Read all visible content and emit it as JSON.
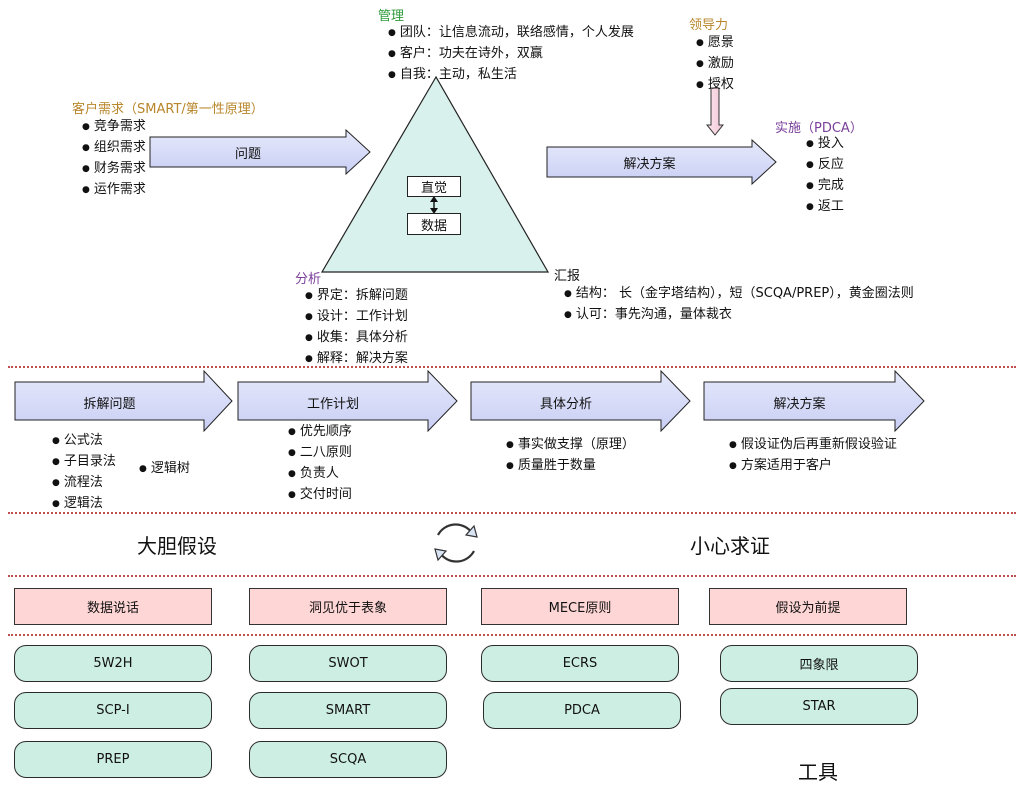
{
  "top": {
    "management": {
      "title": "管理",
      "items": [
        "团队：让信息流动，联络感情，个人发展",
        "客户：功夫在诗外，双赢",
        "自我：主动，私生活"
      ]
    },
    "leadership": {
      "title": "领导力",
      "items": [
        "愿景",
        "激励",
        "授权"
      ]
    },
    "customer_needs": {
      "title": "客户需求（SMART/第一性原理）",
      "items": [
        "竞争需求",
        "组织需求",
        "财务需求",
        "运作需求"
      ]
    },
    "problem_arrow": "问题",
    "solution_arrow": "解决方案",
    "implementation": {
      "title": "实施（PDCA）",
      "items": [
        "投入",
        "反应",
        "完成",
        "返工"
      ]
    },
    "triangle": {
      "intuition": "直觉",
      "data": "数据"
    },
    "analysis": {
      "title": "分析",
      "items": [
        "界定：拆解问题",
        "设计：工作计划",
        "收集：具体分析",
        "解释：解决方案"
      ]
    },
    "report": {
      "title": "汇报",
      "items": [
        "结构： 长（金字塔结构），短（SCQA/PREP），黄金圈法则",
        "认可：事先沟通，量体裁衣"
      ]
    }
  },
  "process": {
    "steps": [
      "拆解问题",
      "工作计划",
      "具体分析",
      "解决方案"
    ],
    "step1_items": [
      "公式法",
      "子目录法",
      "流程法",
      "逻辑法"
    ],
    "step1_extra": "逻辑树",
    "step2_items": [
      "优先顺序",
      "二八原则",
      "负责人",
      "交付时间"
    ],
    "step3_items": [
      "事实做支撑（原理）",
      "质量胜于数量"
    ],
    "step4_items": [
      "假设证伪后再重新假设验证",
      "方案适用于客户"
    ]
  },
  "hypothesis": {
    "left": "大胆假设",
    "right": "小心求证"
  },
  "principles": [
    "数据说话",
    "洞见优于表象",
    "MECE原则",
    "假设为前提"
  ],
  "tools": {
    "col1": [
      "5W2H",
      "SCP-I",
      "PREP"
    ],
    "col2": [
      "SWOT",
      "SMART",
      "SCQA"
    ],
    "col3": [
      "ECRS",
      "PDCA"
    ],
    "col4": [
      "四象限",
      "STAR"
    ],
    "label": "工具"
  },
  "colors": {
    "management_title": "#2e9b3a",
    "leadership_title": "#b8862b",
    "customer_title": "#b8862b",
    "implementation_title": "#7a3f9a",
    "analysis_title": "#7a3f9a",
    "arrow_fill": "#d3d8f7",
    "triangle_fill": "#d9f1ec",
    "pill_fill": "#cdeee3",
    "principle_fill": "#ffd6d6",
    "divider": "#c0504d"
  }
}
